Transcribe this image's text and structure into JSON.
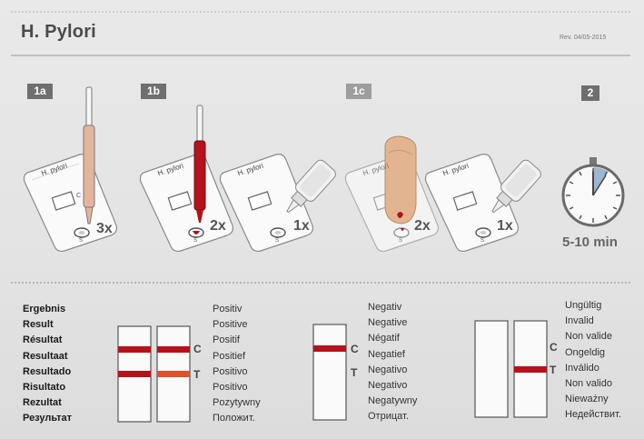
{
  "header": {
    "title": "H. Pylori",
    "rev": "Rev. 04/05-2015"
  },
  "steps": [
    {
      "id": "1a",
      "label": "1a",
      "multiplier": "3x"
    },
    {
      "id": "1b",
      "label": "1b",
      "multiplier": "2x",
      "multiplier2": "1x"
    },
    {
      "id": "1c",
      "label": "1c",
      "multiplier": "2x",
      "multiplier2": "1x"
    },
    {
      "id": "2",
      "label": "2",
      "time": "5-10 min"
    }
  ],
  "device_label": "H. pylori",
  "device_marks": {
    "c": "C",
    "s": "S"
  },
  "results": {
    "labels": [
      "Ergebnis",
      "Result",
      "Résultat",
      "Resultaat",
      "Resultado",
      "Risultato",
      "Rezultat",
      "Результат"
    ],
    "positive": [
      "Positiv",
      "Positive",
      "Positif",
      "Positief",
      "Positivo",
      "Positivo",
      "Pozytywny",
      "Положит."
    ],
    "negative": [
      "Negativ",
      "Negative",
      "Négatif",
      "Negatief",
      "Negativo",
      "Negativo",
      "Negatywny",
      "Отрицат."
    ],
    "invalid": [
      "Ungültig",
      "Invalid",
      "Non valide",
      "Ongeldig",
      "Inválido",
      "Non valido",
      "Nieważny",
      "Недействит."
    ],
    "c_letter": "C",
    "t_letter": "T"
  },
  "colors": {
    "blood": "#b5121b",
    "t_line_light": "#e2502a",
    "label_bg": "#6f6f6f",
    "sample": "#e6b49c"
  }
}
